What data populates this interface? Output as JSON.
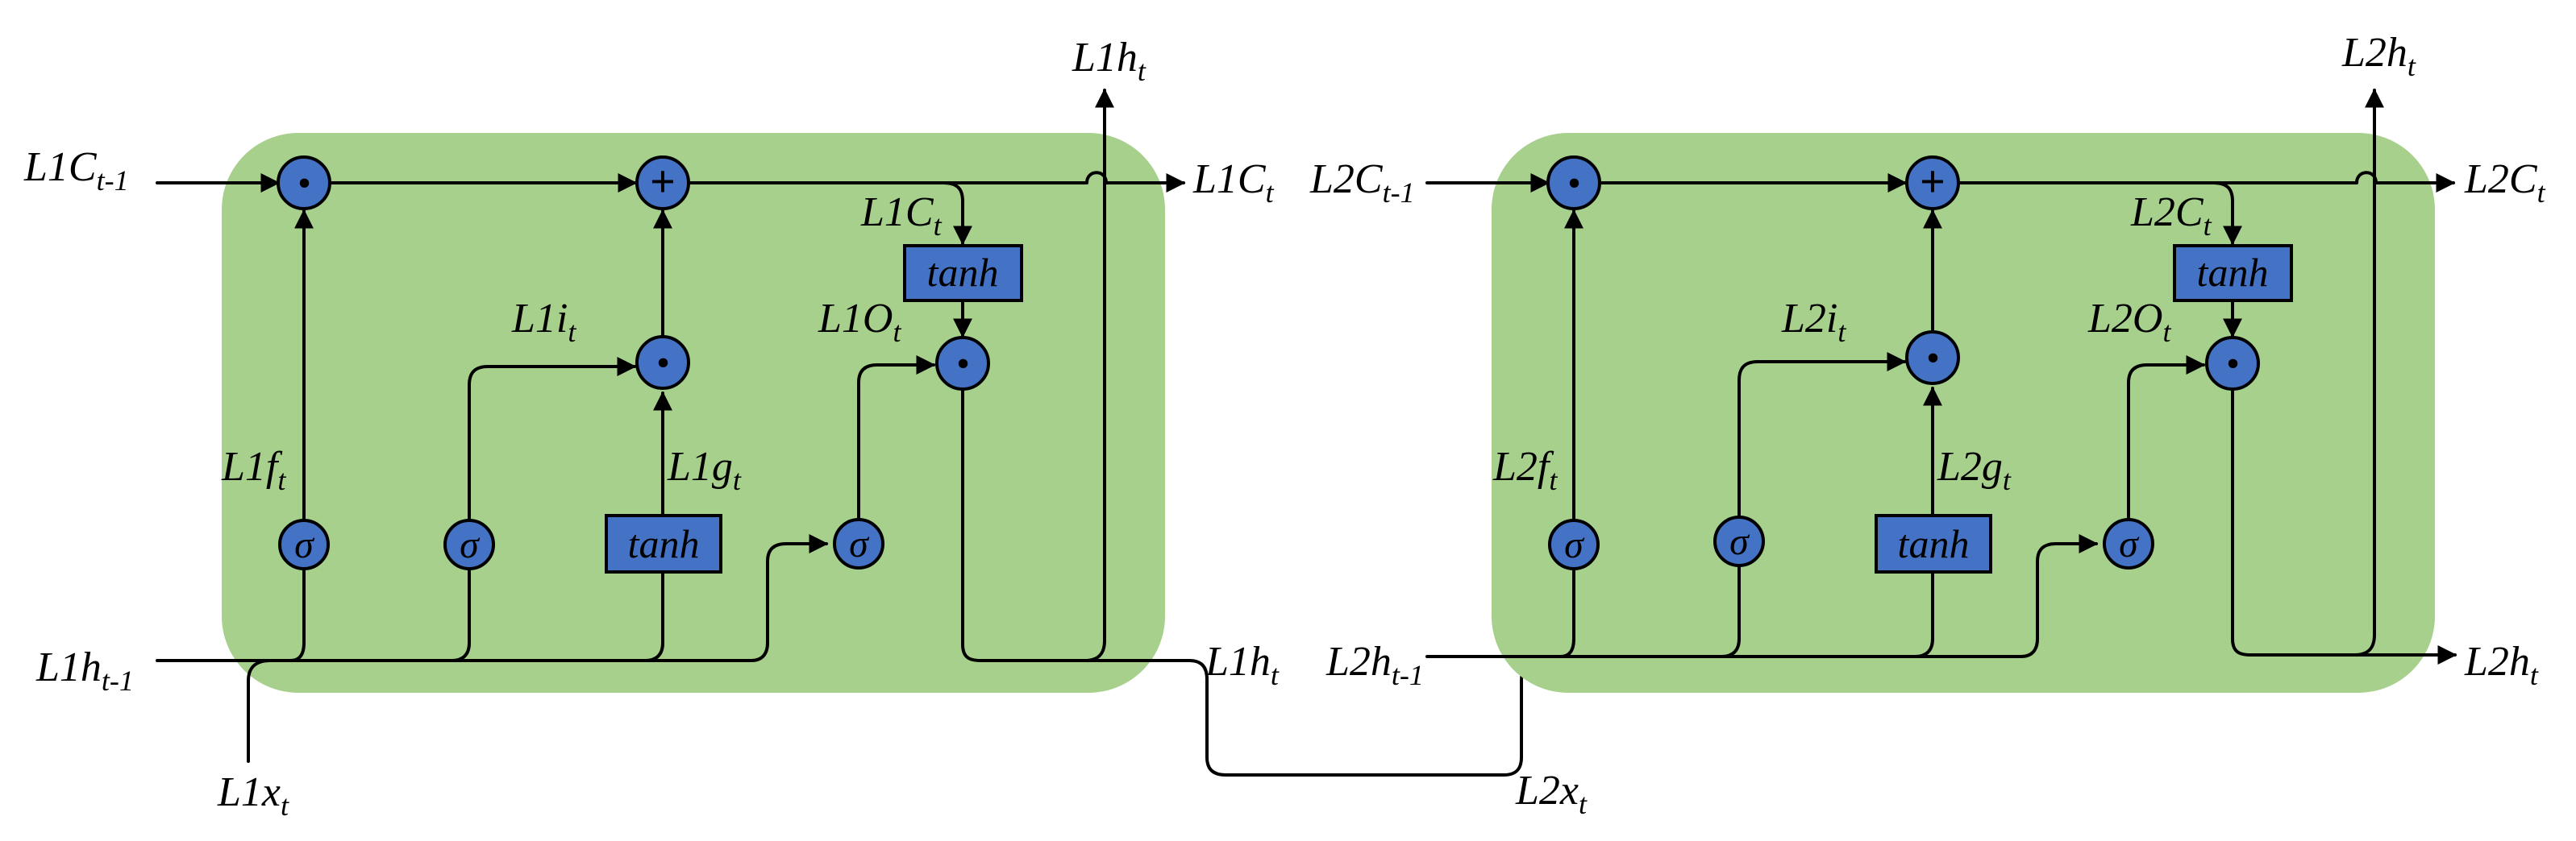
{
  "cells": [
    {
      "id": "layer1",
      "labels": {
        "c_prev": {
          "main": "L1C",
          "sub": "t-1"
        },
        "h_prev": {
          "main": "L1h",
          "sub": "t-1"
        },
        "x_in": {
          "main": "L1x",
          "sub": "t"
        },
        "c_out": {
          "main": "L1C",
          "sub": "t"
        },
        "h_top": {
          "main": "L1h",
          "sub": "t"
        },
        "h_out": {
          "main": "L1h",
          "sub": "t"
        },
        "c_tanh_in": {
          "main": "L1C",
          "sub": "t"
        },
        "f_gate": {
          "main": "L1f",
          "sub": "t"
        },
        "i_gate": {
          "main": "L1i",
          "sub": "t"
        },
        "g_gate": {
          "main": "L1g",
          "sub": "t"
        },
        "o_gate": {
          "main": "L1O",
          "sub": "t"
        }
      }
    },
    {
      "id": "layer2",
      "labels": {
        "c_prev": {
          "main": "L2C",
          "sub": "t-1"
        },
        "h_prev": {
          "main": "L2h",
          "sub": "t-1"
        },
        "x_in": {
          "main": "L2x",
          "sub": "t"
        },
        "c_out": {
          "main": "L2C",
          "sub": "t"
        },
        "h_top": {
          "main": "L2h",
          "sub": "t"
        },
        "h_out": {
          "main": "L2h",
          "sub": "t"
        },
        "c_tanh_in": {
          "main": "L2C",
          "sub": "t"
        },
        "f_gate": {
          "main": "L2f",
          "sub": "t"
        },
        "i_gate": {
          "main": "L2i",
          "sub": "t"
        },
        "g_gate": {
          "main": "L2g",
          "sub": "t"
        },
        "o_gate": {
          "main": "L2O",
          "sub": "t"
        }
      }
    }
  ],
  "symbols": {
    "sigma": "σ",
    "tanh": "tanh",
    "multiply": "•",
    "add": "+"
  },
  "colors": {
    "cell_fill": "#a8d08d",
    "node_fill": "#4472c4",
    "stroke": "#000000"
  }
}
